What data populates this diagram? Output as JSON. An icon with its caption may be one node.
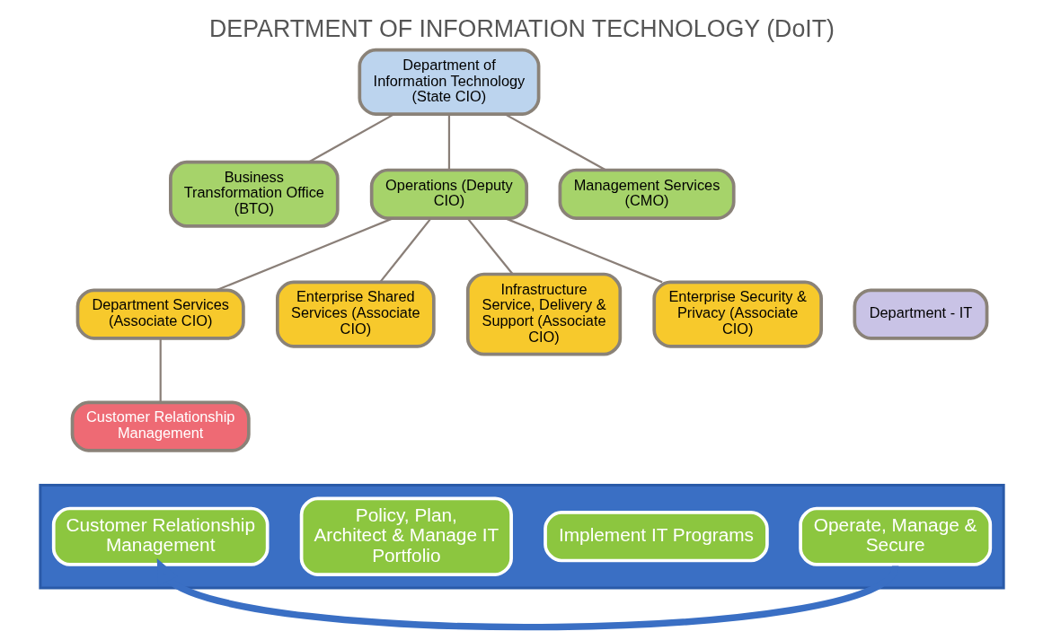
{
  "diagram": {
    "title": "DEPARTMENT OF INFORMATION TECHNOLOGY (DoIT)",
    "nodes": [
      {
        "text": [
          "Department of Information Technology (State CIO)"
        ]
      },
      {
        "text": [
          "Business Transformation Office (BTO)"
        ]
      },
      {
        "text": [
          "Operations (Deputy CIO)"
        ]
      },
      {
        "text": [
          "Management Services (CMO)"
        ]
      },
      {
        "text": [
          "Department Services (Associate CIO)"
        ]
      },
      {
        "text": [
          "Enterprise Shared Services (Associate CIO)"
        ]
      },
      {
        "text": [
          "Infrastructure Service, Delivery & Support (Associate CIO)"
        ]
      },
      {
        "text": [
          "Enterprise Security & Privacy (Associate CIO)"
        ]
      },
      {
        "text": [
          "Customer Relationship Management"
        ]
      },
      {
        "text": [
          "Department - IT"
        ]
      },
      {
        "text": [],
        "shape": "arrow"
      },
      {
        "text": [
          "Customer Relationship Management"
        ],
        "in": 10
      },
      {
        "text": [
          "Policy, Plan, Architect & Manage IT Portfolio"
        ],
        "in": 10
      },
      {
        "text": [
          "Implement IT Programs"
        ],
        "in": 10
      },
      {
        "text": [
          "Operate, Manage & Secure"
        ],
        "in": 10
      }
    ],
    "edges": [
      {
        "from": 0,
        "to": 1,
        "arrow": "none"
      },
      {
        "from": 0,
        "to": 2,
        "arrow": "none"
      },
      {
        "from": 0,
        "to": 3,
        "arrow": "none"
      },
      {
        "from": 2,
        "to": 4,
        "arrow": "none"
      },
      {
        "from": 2,
        "to": 5,
        "arrow": "none"
      },
      {
        "from": 2,
        "to": 6,
        "arrow": "none"
      },
      {
        "from": 2,
        "to": 7,
        "arrow": "none"
      },
      {
        "from": 4,
        "to": 8,
        "arrow": "none"
      },
      {
        "from": 14,
        "to": 11,
        "arrow": "to",
        "style": "thick",
        "color": "#3a6fc4"
      }
    ]
  }
}
